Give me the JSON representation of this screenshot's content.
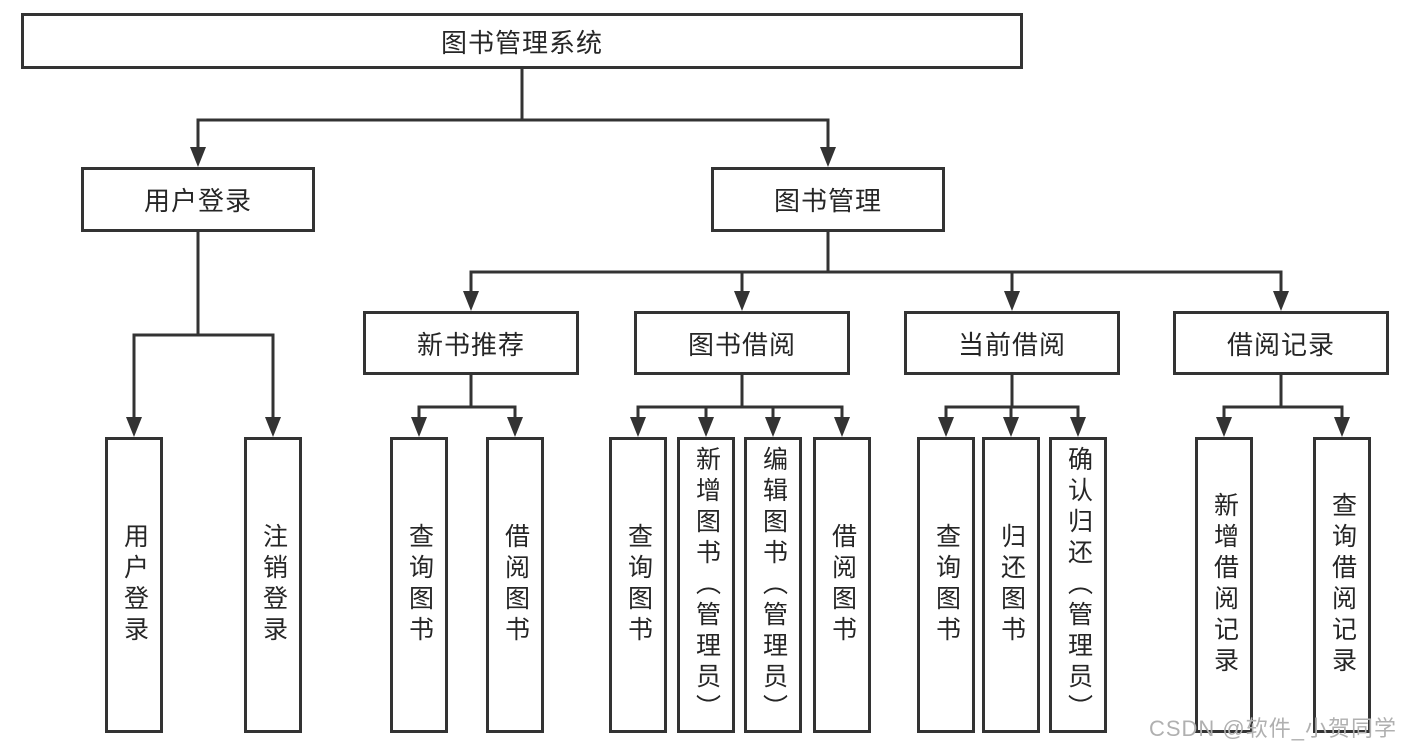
{
  "diagram": {
    "root": {
      "label": "图书管理系统"
    },
    "branches": [
      {
        "label": "用户登录",
        "children": [
          {
            "label": "用户登录"
          },
          {
            "label": "注销登录"
          }
        ]
      },
      {
        "label": "图书管理",
        "groups": [
          {
            "label": "新书推荐",
            "children": [
              {
                "label": "查询图书"
              },
              {
                "label": "借阅图书"
              }
            ]
          },
          {
            "label": "图书借阅",
            "children": [
              {
                "label": "查询图书"
              },
              {
                "label": "新增图书（管理员）"
              },
              {
                "label": "编辑图书（管理员）"
              },
              {
                "label": "借阅图书"
              }
            ]
          },
          {
            "label": "当前借阅",
            "children": [
              {
                "label": "查询图书"
              },
              {
                "label": "归还图书"
              },
              {
                "label": "确认归还（管理员）"
              }
            ]
          },
          {
            "label": "借阅记录",
            "children": [
              {
                "label": "新增借阅记录"
              },
              {
                "label": "查询借阅记录"
              }
            ]
          }
        ]
      }
    ]
  },
  "watermark": {
    "text": "CSDN @软件_小贺同学",
    "color": "#b0b0b0"
  },
  "colors": {
    "line": "#333333",
    "border": "#333333",
    "text": "#262626",
    "background": "#ffffff"
  }
}
